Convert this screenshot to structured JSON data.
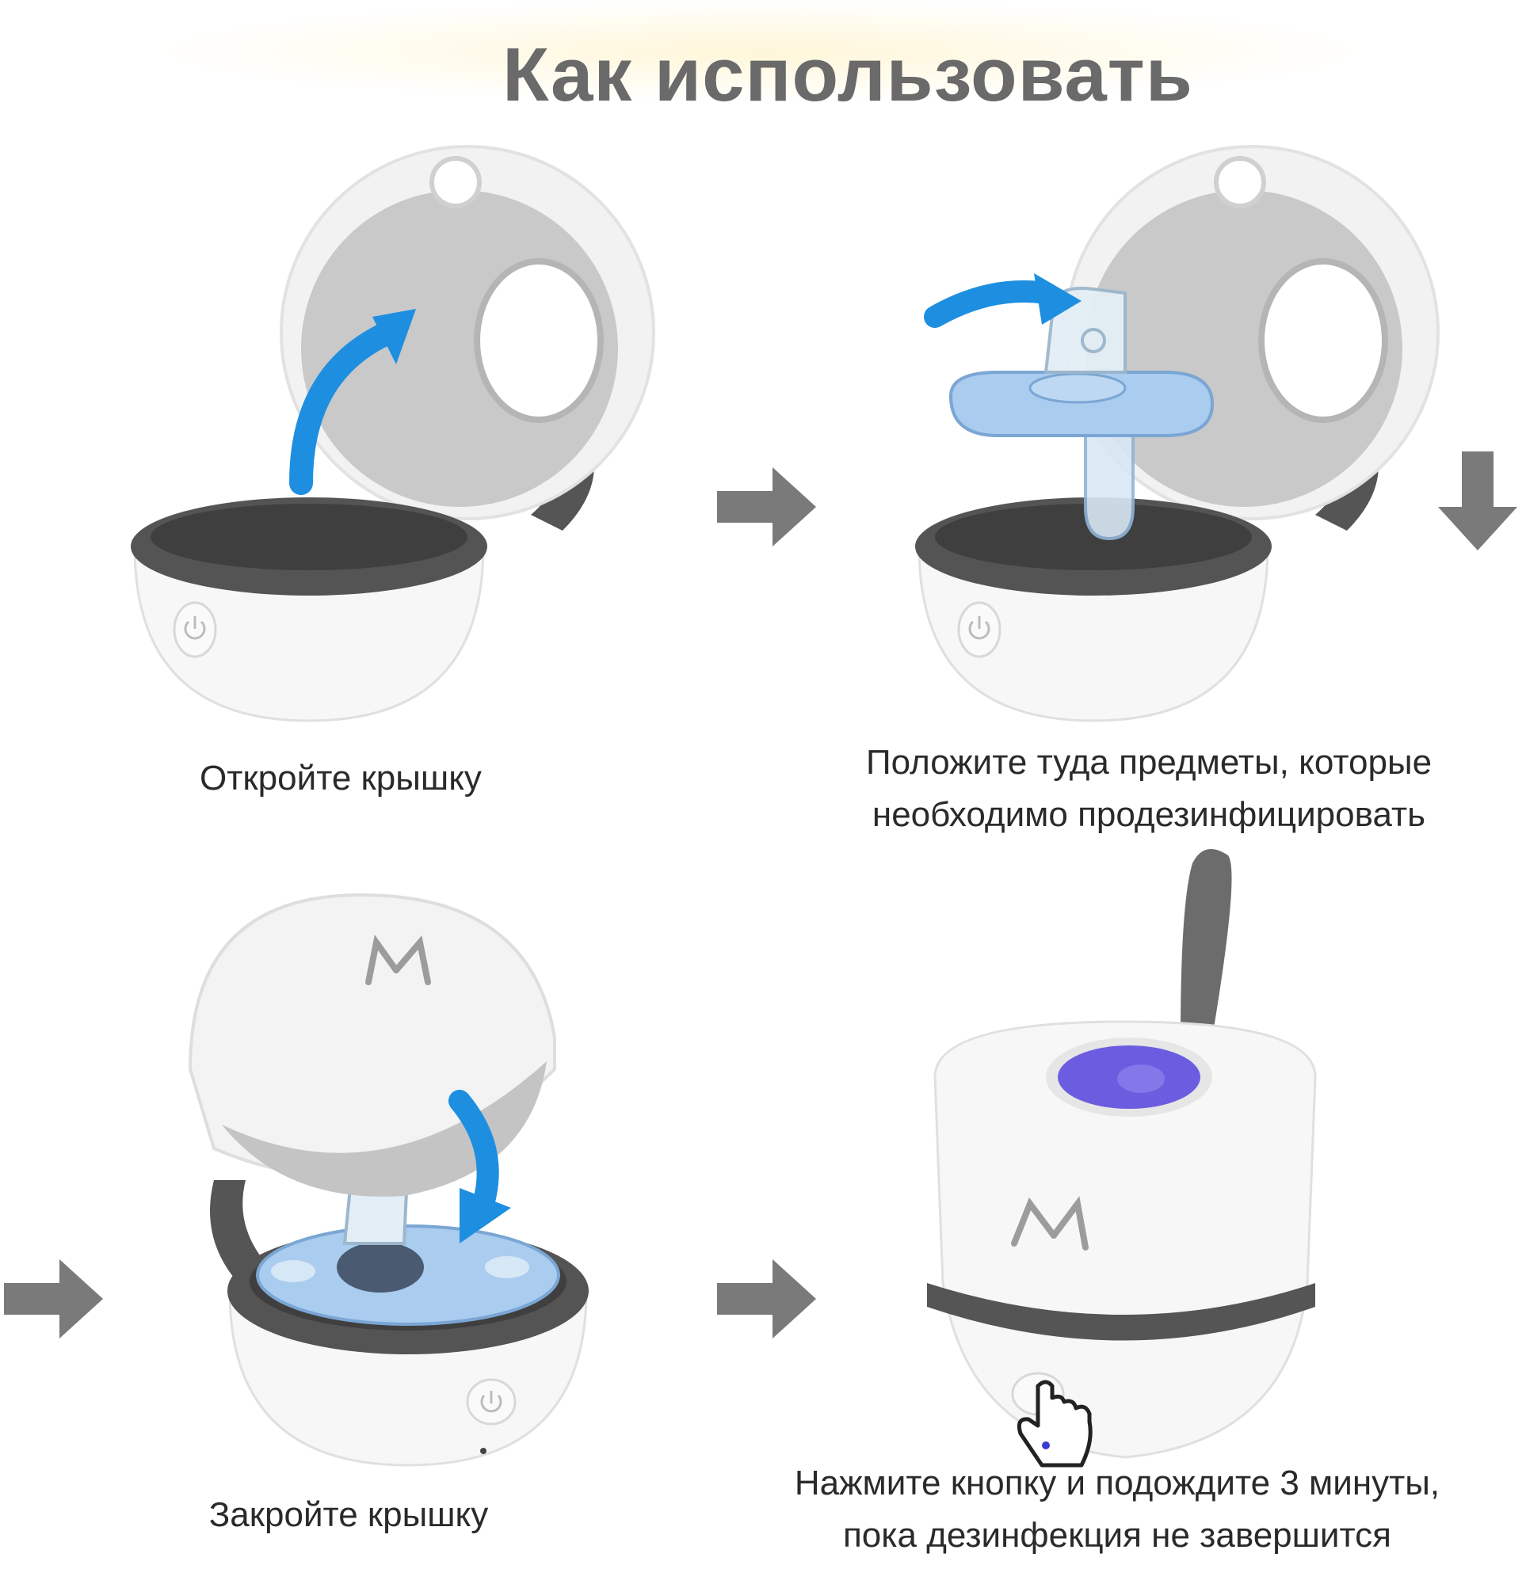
{
  "title": "Как использовать",
  "steps": [
    {
      "caption": "Откройте крышку"
    },
    {
      "caption_lines": [
        "Положите туда предметы, которые",
        "необходимо продезинфицировать"
      ]
    },
    {
      "caption": "Закройте крышку"
    },
    {
      "caption_lines": [
        "Нажмите кнопку и подождите 3 минуты,",
        "пока дезинфекция не завершится"
      ]
    }
  ],
  "colors": {
    "title": "#6a6a6a",
    "arrow_blue": "#1e8fe0",
    "step_arrow": "#7a7a7a",
    "device_white": "#f7f7f7",
    "rim_dark": "#545454",
    "uv_light": "#6c5ce0",
    "pacifier_blue": "#a9ccef"
  },
  "icons": [
    "power-icon",
    "brand-logo-icon",
    "hand-pointer-icon"
  ]
}
